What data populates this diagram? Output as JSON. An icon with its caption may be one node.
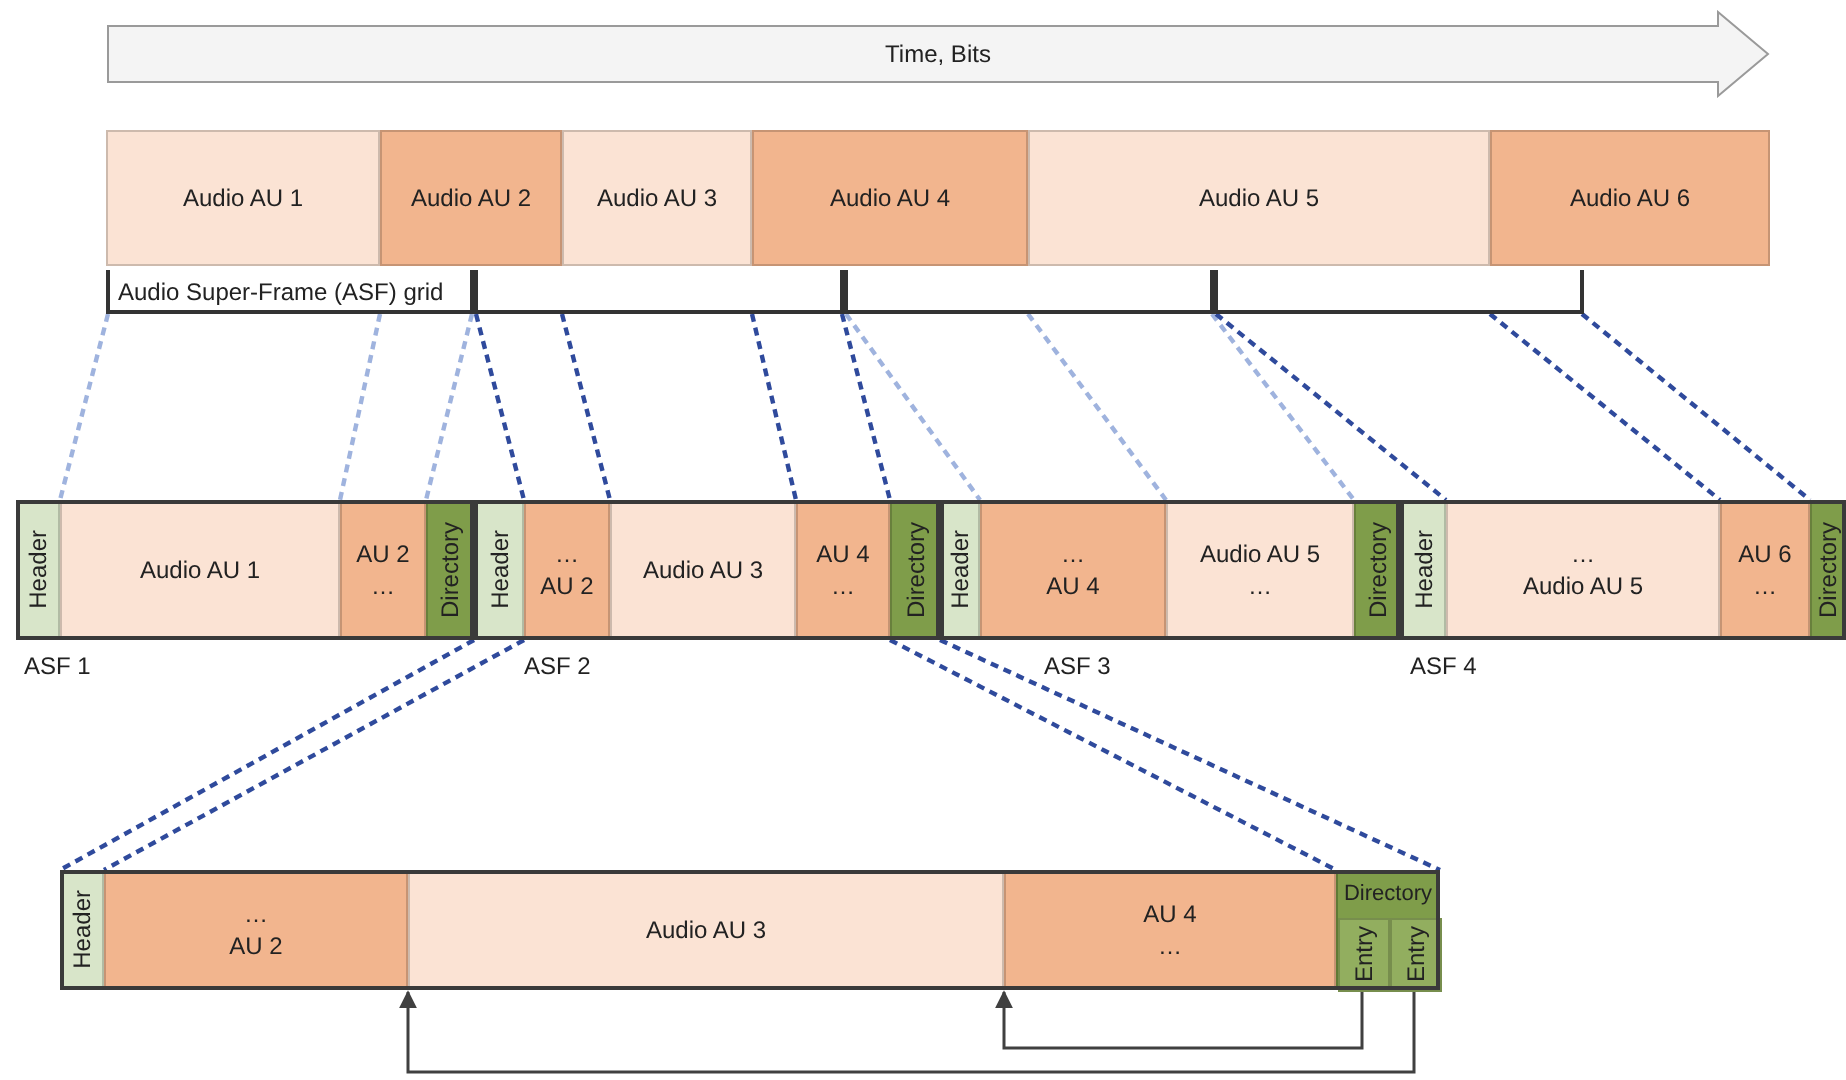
{
  "diagram": {
    "nodes": [
      {
        "text": [
          "Time, Bits"
        ]
      },
      {
        "text": [
          "Audio AU 1"
        ]
      },
      {
        "text": [
          "Audio AU 2"
        ]
      },
      {
        "text": [
          "Audio AU 3"
        ]
      },
      {
        "text": [
          "Audio AU 4"
        ]
      },
      {
        "text": [
          "Audio AU 5"
        ]
      },
      {
        "text": [
          "Audio AU 6"
        ]
      },
      {
        "text": [
          "Audio Super-Frame (ASF) grid"
        ]
      },
      {
        "text": [],
        "shape": "bracket"
      },
      {
        "text": [],
        "shape": "bracket"
      },
      {
        "text": [],
        "shape": "bracket"
      },
      {
        "text": [
          "ASF 1"
        ]
      },
      {
        "text": [
          "Header"
        ],
        "in": 11
      },
      {
        "text": [
          "Audio AU 1"
        ],
        "in": 11
      },
      {
        "text": [
          "AU 2",
          "…"
        ],
        "in": 11
      },
      {
        "text": [
          "Directory"
        ],
        "in": 11
      },
      {
        "text": [
          "ASF 2"
        ]
      },
      {
        "text": [
          "Header"
        ],
        "in": 16
      },
      {
        "text": [
          "…",
          "AU 2"
        ],
        "in": 16
      },
      {
        "text": [
          "Audio AU 3"
        ],
        "in": 16
      },
      {
        "text": [
          "AU 4",
          "…"
        ],
        "in": 16
      },
      {
        "text": [
          "Directory"
        ],
        "in": 16
      },
      {
        "text": [
          "ASF 3"
        ]
      },
      {
        "text": [
          "Header"
        ],
        "in": 22
      },
      {
        "text": [
          "…",
          "AU 4"
        ],
        "in": 22
      },
      {
        "text": [
          "Audio AU 5",
          "…"
        ],
        "in": 22
      },
      {
        "text": [
          "Directory"
        ],
        "in": 22
      },
      {
        "text": [
          "ASF 4"
        ]
      },
      {
        "text": [
          "Header"
        ],
        "in": 27
      },
      {
        "text": [
          "…",
          "Audio AU 5"
        ],
        "in": 27
      },
      {
        "text": [
          "AU 6",
          "…"
        ],
        "in": 27
      },
      {
        "text": [
          "Directory"
        ],
        "in": 27
      },
      {
        "text": [],
        "shape": "box"
      },
      {
        "text": [
          "Header"
        ],
        "in": 32
      },
      {
        "text": [
          "…",
          "AU 2"
        ],
        "in": 32
      },
      {
        "text": [
          "Audio AU 3"
        ],
        "in": 32
      },
      {
        "text": [
          "AU 4",
          "…"
        ],
        "in": 32
      },
      {
        "text": [
          "Directory"
        ],
        "in": 32
      },
      {
        "text": [
          "Entry"
        ],
        "in": 37
      },
      {
        "text": [
          "Entry"
        ],
        "in": 37
      }
    ],
    "edges": [
      {
        "from": 7,
        "to": 13,
        "arrow": "none",
        "style": "dashed",
        "color": "#9fb3de"
      },
      {
        "from": 7,
        "to": 13,
        "arrow": "none",
        "style": "dashed",
        "color": "#9fb3de"
      },
      {
        "from": 7,
        "to": 14,
        "arrow": "none",
        "style": "dashed",
        "color": "#9fb3de"
      },
      {
        "from": 7,
        "to": 18,
        "arrow": "none",
        "style": "dashed",
        "color": "#2f4a9c"
      },
      {
        "from": 8,
        "to": 18,
        "arrow": "none",
        "style": "dashed",
        "color": "#2f4a9c"
      },
      {
        "from": 8,
        "to": 19,
        "arrow": "none",
        "style": "dashed",
        "color": "#2f4a9c"
      },
      {
        "from": 8,
        "to": 20,
        "arrow": "none",
        "style": "dashed",
        "color": "#2f4a9c"
      },
      {
        "from": 8,
        "to": 24,
        "arrow": "none",
        "style": "dashed",
        "color": "#9fb3de"
      },
      {
        "from": 9,
        "to": 24,
        "arrow": "none",
        "style": "dashed",
        "color": "#9fb3de"
      },
      {
        "from": 9,
        "to": 25,
        "arrow": "none",
        "style": "dashed",
        "color": "#9fb3de"
      },
      {
        "from": 9,
        "to": 29,
        "arrow": "none",
        "style": "dashed",
        "color": "#2f4a9c"
      },
      {
        "from": 10,
        "to": 29,
        "arrow": "none",
        "style": "dashed",
        "color": "#2f4a9c"
      },
      {
        "from": 10,
        "to": 30,
        "arrow": "none",
        "style": "dashed",
        "color": "#2f4a9c"
      },
      {
        "from": 16,
        "to": 32,
        "arrow": "none",
        "style": "dashed",
        "color": "#2f4a9c"
      },
      {
        "from": 17,
        "to": 33,
        "arrow": "none",
        "style": "dashed",
        "color": "#2f4a9c"
      },
      {
        "from": 21,
        "to": 37,
        "arrow": "none",
        "style": "dashed",
        "color": "#2f4a9c"
      },
      {
        "from": 16,
        "to": 32,
        "arrow": "none",
        "style": "dashed",
        "color": "#2f4a9c"
      },
      {
        "from": 38,
        "to": 36,
        "arrow": "to",
        "color": "#404040"
      },
      {
        "from": 39,
        "to": 35,
        "arrow": "to",
        "color": "#404040"
      }
    ]
  }
}
